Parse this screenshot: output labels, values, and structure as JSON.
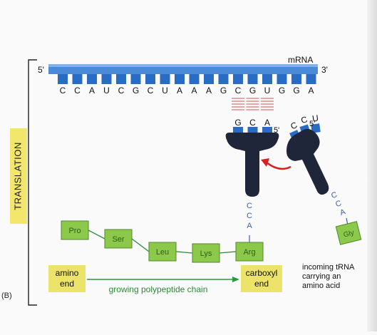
{
  "figure": {
    "panel_label": "(B)",
    "side_label": "TRANSLATION"
  },
  "mrna": {
    "name": "mRNA",
    "end5": "5'",
    "end3": "3'",
    "sequence": [
      "C",
      "C",
      "A",
      "U",
      "C",
      "G",
      "C",
      "U",
      "A",
      "A",
      "A",
      "G",
      "C",
      "G",
      "U",
      "G",
      "G",
      "A"
    ]
  },
  "trna_bound": {
    "anticodon": [
      "G",
      "C",
      "A"
    ],
    "end5": "5'",
    "tail": [
      "C",
      "C",
      "A"
    ]
  },
  "trna_incoming": {
    "anticodon": [
      "C",
      "C",
      "U"
    ],
    "end5": "5'",
    "tail": [
      "C",
      "C",
      "A"
    ],
    "amino_acid": "Gly"
  },
  "chain": {
    "residues": [
      "Pro",
      "Ser",
      "Leu",
      "Lys",
      "Arg"
    ],
    "amino_end": "amino\nend",
    "carboxyl_end": "carboxyl\nend",
    "caption": "growing polypeptide chain"
  },
  "incoming_caption": [
    "incoming tRNA",
    "carrying an",
    "amino acid"
  ],
  "colors": {
    "mrna": "#3d7fd0",
    "base_block": "#2a6cc4",
    "trna_body": "#1d2438",
    "amino_acid_box": "#8cc84a",
    "end_label_bg": "#ece36a",
    "arrow_red": "#d92020",
    "pairing": "#e08a8a",
    "chain_arrow": "#2a9a3a"
  }
}
